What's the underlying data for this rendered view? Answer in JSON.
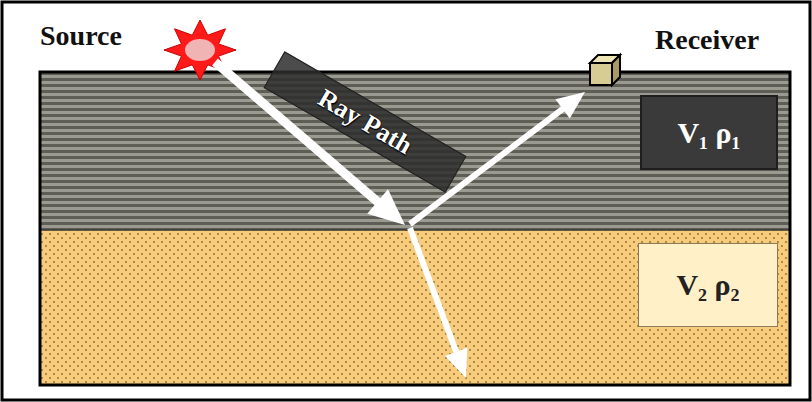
{
  "diagram": {
    "nodes": [
      {
        "text": [
          "Ray Path"
        ]
      },
      {
        "text": [
          "V₁ ρ₁"
        ]
      },
      {
        "text": [
          "V₂ ρ₂"
        ]
      }
    ],
    "labels": [
      "Source",
      "Receiver"
    ]
  }
}
